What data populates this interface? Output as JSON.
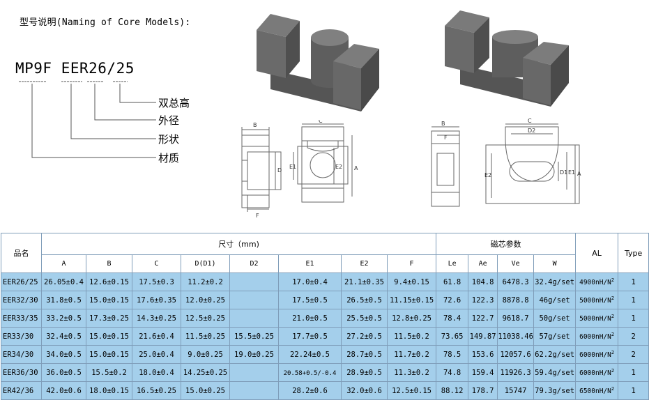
{
  "naming": {
    "title": "型号说明(Naming of Core Models):",
    "model_code": "MP9F EER26/25",
    "labels": [
      "双总高",
      "外径",
      "形状",
      "材质"
    ]
  },
  "diagram_left": {
    "side_labels": [
      "B",
      "F",
      "D"
    ],
    "front_labels": [
      "C",
      "E1",
      "E2",
      "A"
    ]
  },
  "diagram_right": {
    "side_labels": [
      "B",
      "F"
    ],
    "front_labels": [
      "C",
      "D2",
      "D1",
      "E1",
      "E2",
      "A"
    ]
  },
  "table": {
    "header": {
      "name": "品名",
      "dimensions": "尺寸（mm)",
      "core_params": "磁芯参数",
      "al": "AL",
      "type": "Type"
    },
    "columns": [
      "A",
      "B",
      "C",
      "D(D1)",
      "D2",
      "E1",
      "E2",
      "F",
      "Le",
      "Ae",
      "Ve",
      "W"
    ],
    "al_unit": "nH/N",
    "al_exp": "2",
    "rows": [
      {
        "name": "EER26/25",
        "A": "26.05±0.4",
        "B": "12.6±0.15",
        "C": "17.5±0.3",
        "D": "11.2±0.2",
        "D2": "",
        "E1": "17.0±0.4",
        "E2": "21.1±0.35",
        "F": "9.4±0.15",
        "Le": "61.8",
        "Ae": "104.8",
        "Ve": "6478.3",
        "W": "32.4g/set",
        "AL": "4900",
        "Type": "1"
      },
      {
        "name": "EER32/30",
        "A": "31.8±0.5",
        "B": "15.0±0.15",
        "C": "17.6±0.35",
        "D": "12.0±0.25",
        "D2": "",
        "E1": "17.5±0.5",
        "E2": "26.5±0.5",
        "F": "11.15±0.15",
        "Le": "72.6",
        "Ae": "122.3",
        "Ve": "8878.8",
        "W": "46g/set",
        "AL": "5000",
        "Type": "1"
      },
      {
        "name": "EER33/35",
        "A": "33.2±0.5",
        "B": "17.3±0.25",
        "C": "14.3±0.25",
        "D": "12.5±0.25",
        "D2": "",
        "E1": "21.0±0.5",
        "E2": "25.5±0.5",
        "F": "12.8±0.25",
        "Le": "78.4",
        "Ae": "122.7",
        "Ve": "9618.7",
        "W": "50g/set",
        "AL": "5000",
        "Type": "1"
      },
      {
        "name": "ER33/30",
        "A": "32.4±0.5",
        "B": "15.0±0.15",
        "C": "21.6±0.4",
        "D": "11.5±0.25",
        "D2": "15.5±0.25",
        "E1": "17.7±0.5",
        "E2": "27.2±0.5",
        "F": "11.5±0.2",
        "Le": "73.65",
        "Ae": "149.87",
        "Ve": "11038.46",
        "W": "57g/set",
        "AL": "6000",
        "Type": "2"
      },
      {
        "name": "ER34/30",
        "A": "34.0±0.5",
        "B": "15.0±0.15",
        "C": "25.0±0.4",
        "D": "9.0±0.25",
        "D2": "19.0±0.25",
        "E1": "22.24±0.5",
        "E2": "28.7±0.5",
        "F": "11.7±0.2",
        "Le": "78.5",
        "Ae": "153.6",
        "Ve": "12057.6",
        "W": "62.2g/set",
        "AL": "6000",
        "Type": "2"
      },
      {
        "name": "EER36/30",
        "A": "36.0±0.5",
        "B": "15.5±0.2",
        "C": "18.0±0.4",
        "D": "14.25±0.25",
        "D2": "",
        "E1": "20.58+0.5/-0.4",
        "E2": "28.9±0.5",
        "F": "11.3±0.2",
        "Le": "74.8",
        "Ae": "159.4",
        "Ve": "11926.3",
        "W": "59.4g/set",
        "AL": "6000",
        "Type": "1"
      },
      {
        "name": "ER42/36",
        "A": "42.0±0.6",
        "B": "18.0±0.15",
        "C": "16.5±0.25",
        "D": "15.0±0.25",
        "D2": "",
        "E1": "28.2±0.6",
        "E2": "32.0±0.6",
        "F": "12.5±0.15",
        "Le": "88.12",
        "Ae": "178.7",
        "Ve": "15747",
        "W": "79.3g/set",
        "AL": "6500",
        "Type": "1"
      }
    ]
  }
}
